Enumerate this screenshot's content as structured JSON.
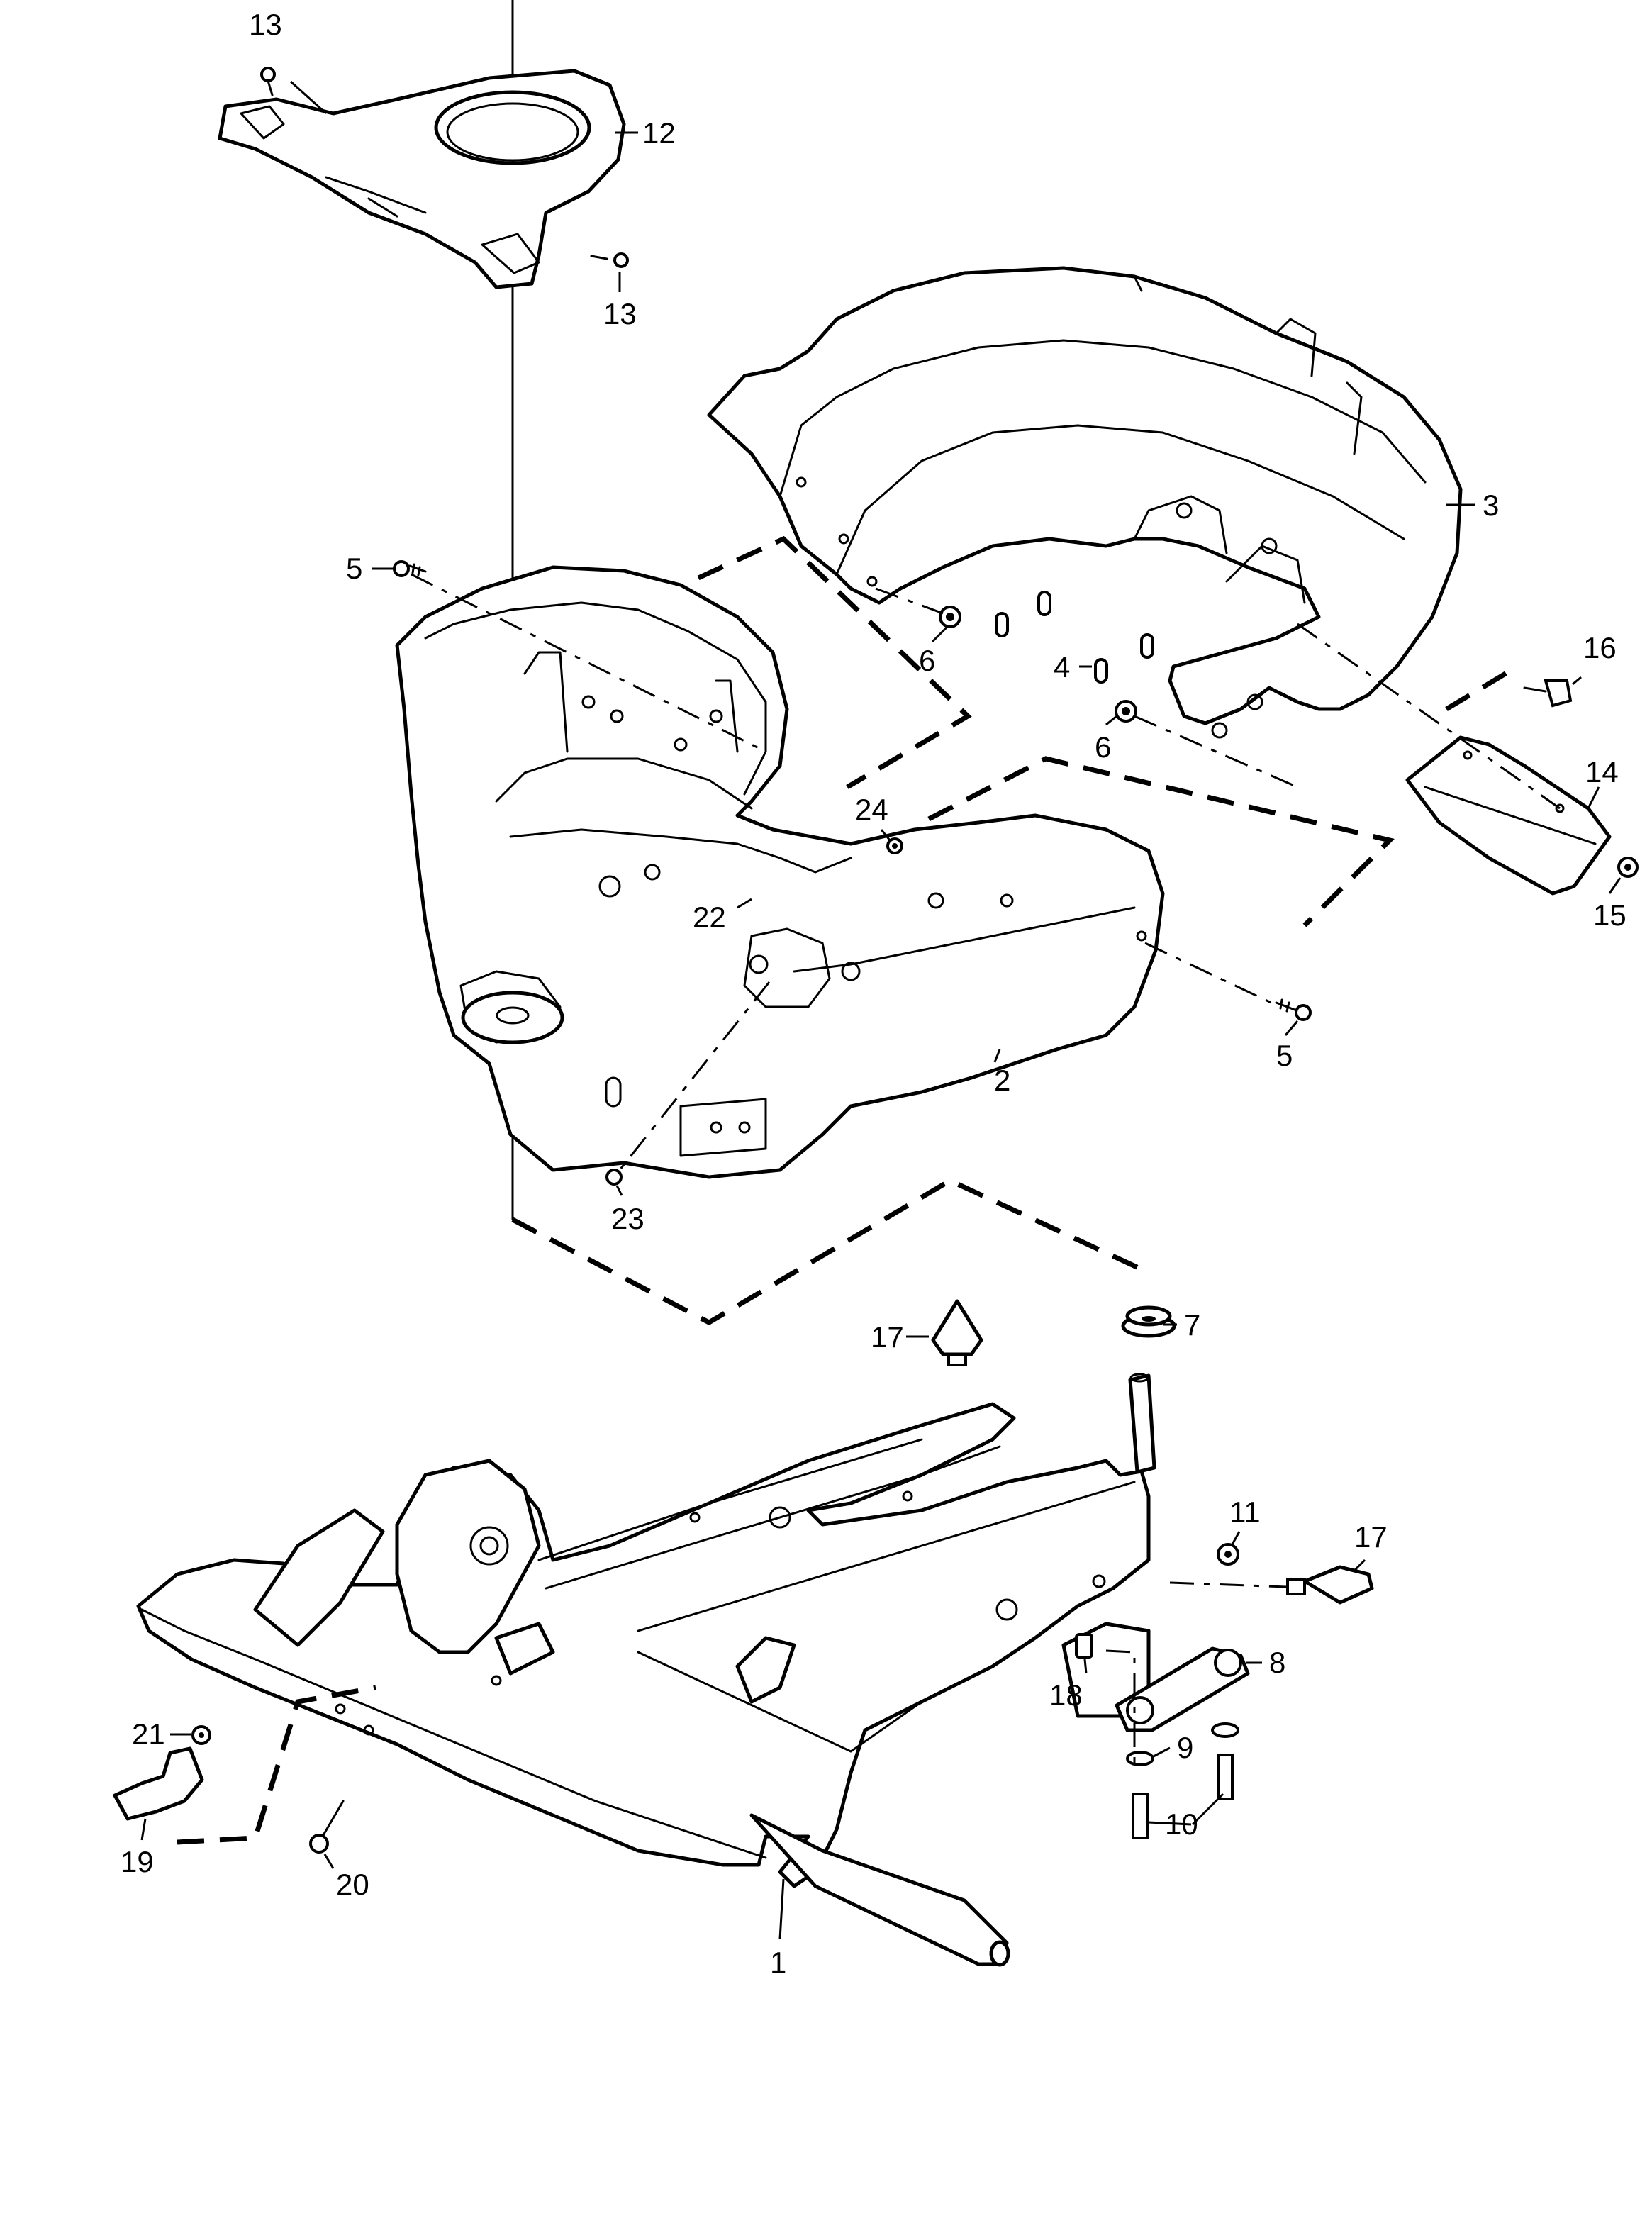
{
  "diagram": {
    "callouts": [
      {
        "id": "c13a",
        "text": "13"
      },
      {
        "id": "c12",
        "text": "12"
      },
      {
        "id": "c13b",
        "text": "13"
      },
      {
        "id": "c3",
        "text": "3"
      },
      {
        "id": "c5a",
        "text": "5"
      },
      {
        "id": "c6a",
        "text": "6"
      },
      {
        "id": "c4",
        "text": "4"
      },
      {
        "id": "c6b",
        "text": "6"
      },
      {
        "id": "c16",
        "text": "16"
      },
      {
        "id": "c14",
        "text": "14"
      },
      {
        "id": "c15",
        "text": "15"
      },
      {
        "id": "c24",
        "text": "24"
      },
      {
        "id": "c22",
        "text": "22"
      },
      {
        "id": "c5b",
        "text": "5"
      },
      {
        "id": "c2",
        "text": "2"
      },
      {
        "id": "c23",
        "text": "23"
      },
      {
        "id": "c17a",
        "text": "17"
      },
      {
        "id": "c7",
        "text": "7"
      },
      {
        "id": "c11",
        "text": "11"
      },
      {
        "id": "c17b",
        "text": "17"
      },
      {
        "id": "c8",
        "text": "8"
      },
      {
        "id": "c18",
        "text": "18"
      },
      {
        "id": "c9",
        "text": "9"
      },
      {
        "id": "c10",
        "text": "10"
      },
      {
        "id": "c21",
        "text": "21"
      },
      {
        "id": "c19",
        "text": "19"
      },
      {
        "id": "c20",
        "text": "20"
      },
      {
        "id": "c1",
        "text": "1"
      }
    ]
  }
}
